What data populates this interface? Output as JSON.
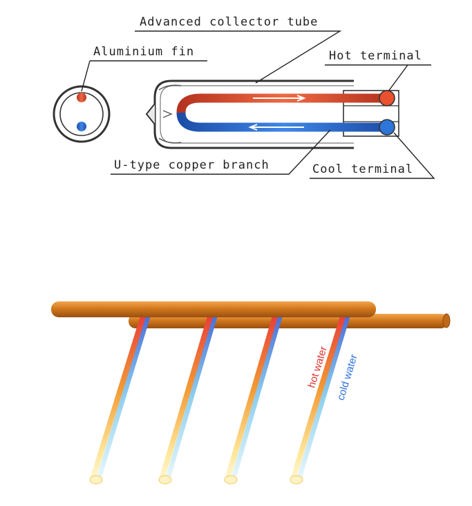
{
  "labels": {
    "collector_tube": "Advanced collector tube",
    "aluminium_fin": "Aluminium fin",
    "hot_terminal": "Hot terminal",
    "u_type_branch": "U-type copper branch",
    "cool_terminal": "Cool terminal",
    "hot_water": "hot water",
    "cold_water": "cold water"
  },
  "colors": {
    "hot": "#e04a2c",
    "cold": "#2f6fd0",
    "copper": "#d2781e",
    "tube_outline": "#555555"
  },
  "assembly": {
    "heat_pipe_count": 4
  }
}
